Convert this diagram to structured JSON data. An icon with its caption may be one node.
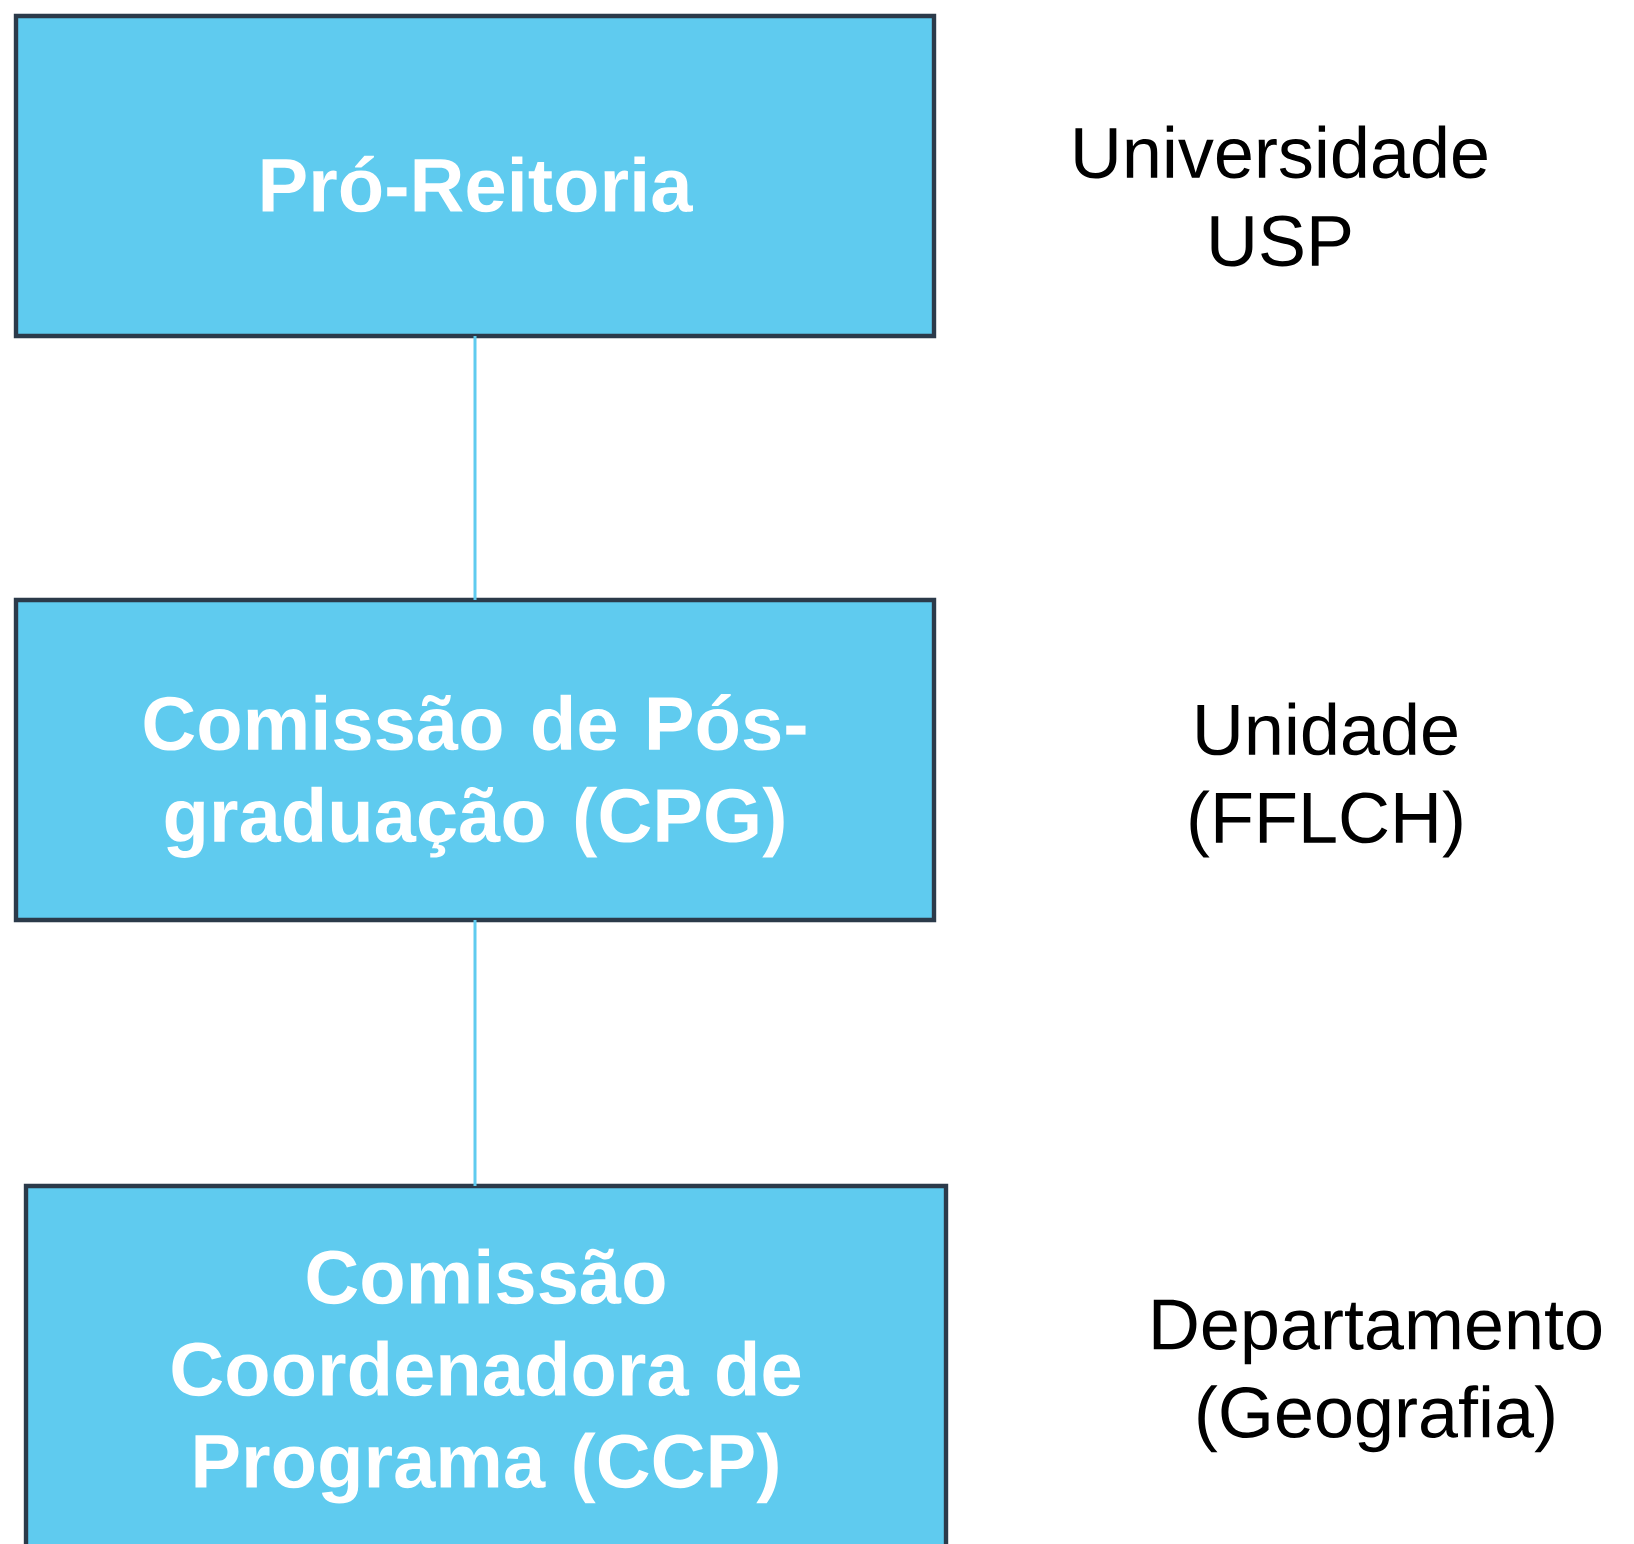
{
  "diagram": {
    "nodes": [
      {
        "text": [
          "Pró-Reitoria"
        ],
        "beside": [
          "Universidade USP"
        ]
      },
      {
        "text": [
          "Comissão de Pós-graduação (CPG)"
        ],
        "beside": [
          "Unidade (FFLCH)"
        ]
      },
      {
        "text": [
          "Comissão Coordenadora de Programa (CCP)"
        ],
        "beside": [
          "Departamento (Geografia)"
        ]
      }
    ],
    "edges": [
      {
        "from": 0,
        "to": 1,
        "arrow": "none"
      },
      {
        "from": 1,
        "to": 2,
        "arrow": "none"
      }
    ]
  }
}
